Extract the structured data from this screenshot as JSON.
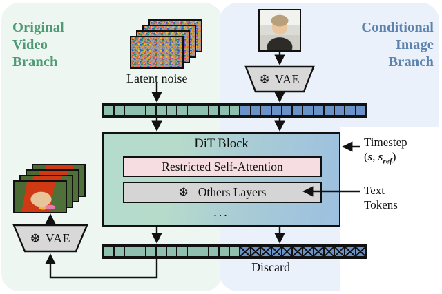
{
  "figure": {
    "type": "architecture-diagram",
    "background_left": "#eef6f1",
    "background_right": "#eaf1fb"
  },
  "branches": {
    "left": {
      "title_lines": [
        "Original",
        "Video",
        "Branch"
      ],
      "title_color": "#4f9a74"
    },
    "right": {
      "title_lines": [
        "Conditional",
        "Image",
        "Branch"
      ],
      "title_color": "#5c82ad"
    }
  },
  "nodes": {
    "latent_noise_label": "Latent noise",
    "latent_noise_frames": 4,
    "conditional_image_alt": "portrait photo",
    "vae_encoder_label": "VAE",
    "vae_decoder_label": "VAE",
    "snowflake_glyph": "❆",
    "discard_label": "Discard",
    "output_video_frames": 4
  },
  "dit": {
    "title": "DiT Block",
    "trainable_layer": "Restricted Self-Attention",
    "frozen_layer": "Others Layers",
    "frozen_glyph": "❆",
    "ellipsis": "...",
    "trainable_color": "#f6dde1",
    "frozen_color": "#d5d5d5"
  },
  "annotations": {
    "timestep_label": "Timestep",
    "timestep_value_prefix": "(",
    "timestep_s": "s",
    "timestep_comma": ", ",
    "timestep_sref_base": "s",
    "timestep_sref_sub": "ref",
    "timestep_value_suffix": ")",
    "text_tokens_line1": "Text",
    "text_tokens_line2": "Tokens"
  },
  "tokens": {
    "top_strip": {
      "video_count": 13,
      "image_count": 12,
      "video_color": "#8fbfae",
      "image_color": "#6b92c6"
    },
    "bottom_strip": {
      "video_count": 13,
      "discarded_count": 12,
      "video_color": "#8fbfae",
      "discarded_color": "#6b92c6"
    }
  }
}
